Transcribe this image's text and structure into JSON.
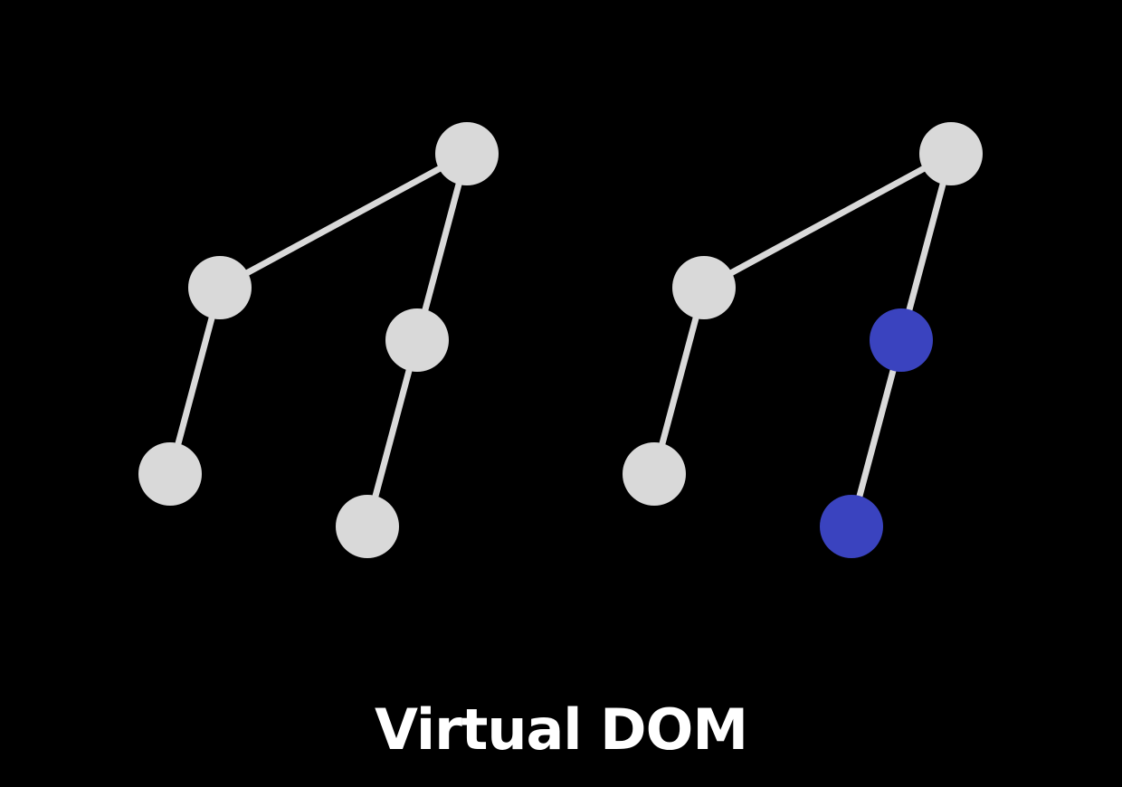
{
  "title": "Virtual DOM",
  "colors": {
    "background": "#000000",
    "node_default": "#d9d9d9",
    "node_changed": "#3a43bf",
    "edge": "#d9d9d9",
    "caption": "#ffffff"
  },
  "trees": [
    {
      "name": "tree-before",
      "nodes": [
        {
          "id": "root",
          "state": "default"
        },
        {
          "id": "left-child",
          "state": "default"
        },
        {
          "id": "right-child",
          "state": "default"
        },
        {
          "id": "left-leaf",
          "state": "default"
        },
        {
          "id": "right-leaf",
          "state": "default"
        }
      ],
      "edges": [
        [
          "root",
          "left-child"
        ],
        [
          "root",
          "right-child"
        ],
        [
          "left-child",
          "left-leaf"
        ],
        [
          "right-child",
          "right-leaf"
        ]
      ]
    },
    {
      "name": "tree-after",
      "nodes": [
        {
          "id": "root",
          "state": "default"
        },
        {
          "id": "left-child",
          "state": "default"
        },
        {
          "id": "right-child",
          "state": "changed"
        },
        {
          "id": "left-leaf",
          "state": "default"
        },
        {
          "id": "right-leaf",
          "state": "changed"
        }
      ],
      "edges": [
        [
          "root",
          "left-child"
        ],
        [
          "root",
          "right-child"
        ],
        [
          "left-child",
          "left-leaf"
        ],
        [
          "right-child",
          "right-leaf"
        ]
      ]
    }
  ]
}
